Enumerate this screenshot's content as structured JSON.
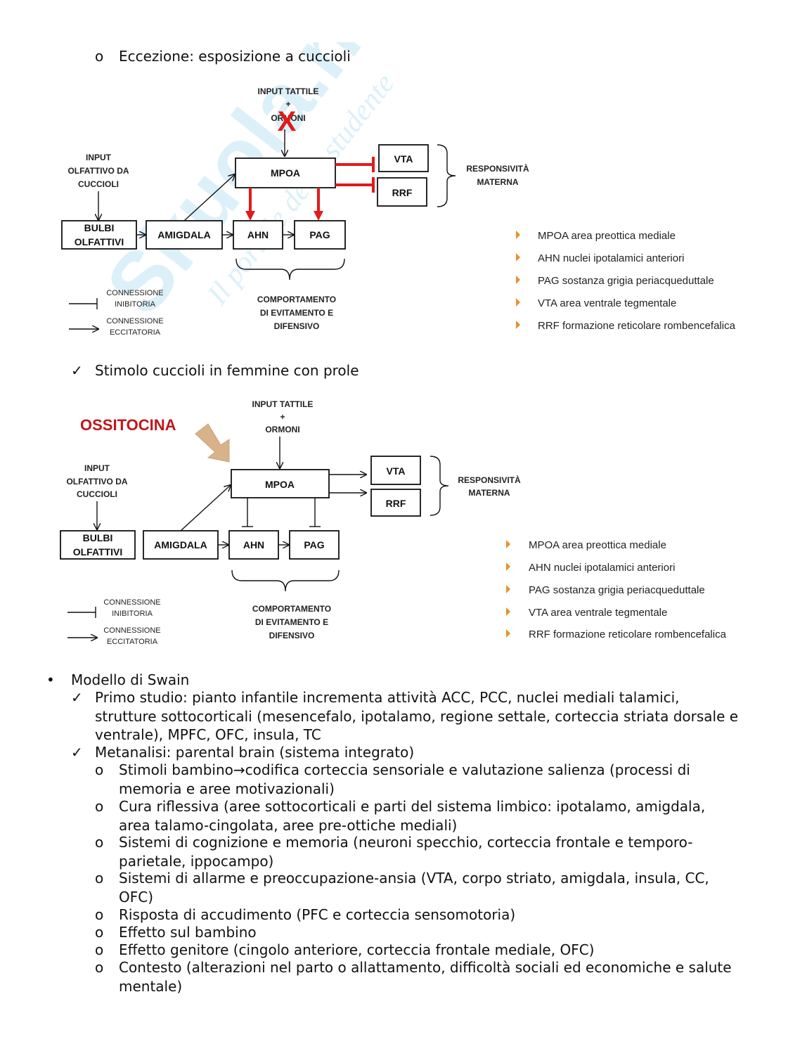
{
  "intro_line": "Eccezione: esposizione a cuccioli",
  "intro_marker": "o",
  "diagram1": {
    "input_top_1": "INPUT TATTILE",
    "input_top_plus": "+",
    "input_top_2": "ORMONI",
    "cross_mark": "X",
    "input_olf": [
      "INPUT",
      "OLFATTIVO DA",
      "CUCCIOLI"
    ],
    "bulbi": [
      "BULBI",
      "OLFATTIVI"
    ],
    "amigdala": "AMIGDALA",
    "mpoa": "MPOA",
    "ahn": "AHN",
    "pag": "PAG",
    "vta": "VTA",
    "rrf": "RRF",
    "responsivita": [
      "RESPONSIVITÀ",
      "MATERNA"
    ],
    "comportamento": [
      "COMPORTAMENTO",
      "DI EVITAMENTO E",
      "DIFENSIVO"
    ],
    "legend_inhib": [
      "CONNESSIONE",
      "INIBITORIA"
    ],
    "legend_excit": [
      "CONNESSIONE",
      "ECCITATORIA"
    ],
    "glossary": [
      "MPOA area preottica mediale",
      "AHN nuclei ipotalamici anteriori",
      "PAG sostanza grigia periacqueduttale",
      "VTA area ventrale tegmentale",
      "RRF formazione reticolare rombencefalica"
    ]
  },
  "check_line_1": "Stimolo cuccioli in femmine con prole",
  "check_marker": "✓",
  "diagram2": {
    "ossitocina": "OSSITOCINA",
    "input_top_1": "INPUT TATTILE",
    "input_top_plus": "+",
    "input_top_2": "ORMONI",
    "input_olf": [
      "INPUT",
      "OLFATTIVO DA",
      "CUCCIOLI"
    ],
    "bulbi": [
      "BULBI",
      "OLFATTIVI"
    ],
    "amigdala": "AMIGDALA",
    "mpoa": "MPOA",
    "ahn": "AHN",
    "pag": "PAG",
    "vta": "VTA",
    "rrf": "RRF",
    "responsivita": [
      "RESPONSIVITÀ",
      "MATERNA"
    ],
    "comportamento": [
      "COMPORTAMENTO",
      "DI EVITAMENTO E",
      "DIFENSIVO"
    ],
    "legend_inhib": [
      "CONNESSIONE",
      "INIBITORIA"
    ],
    "legend_excit": [
      "CONNESSIONE",
      "ECCITATORIA"
    ],
    "glossary": [
      "MPOA area preottica mediale",
      "AHN nuclei ipotalamici anteriori",
      "PAG sostanza grigia periacqueduttale",
      "VTA area ventrale tegmentale",
      "RRF formazione reticolare rombencefalica"
    ]
  },
  "swain": {
    "bullet": "•",
    "title": "Modello di Swain",
    "check": "✓",
    "sub": "o",
    "primo": [
      "Primo studio: pianto infantile incrementa attività ACC, PCC, nuclei mediali talamici,",
      "strutture sottocorticali (mesencefalo, ipotalamo, regione settale, corteccia striata dorsale e",
      "ventrale), MPFC, OFC, insula, TC"
    ],
    "meta": "Metanalisi: parental brain (sistema integrato)",
    "items": [
      [
        "Stimoli bambino→codifica corteccia sensoriale e valutazione salienza (processi di",
        "memoria e aree motivazionali)"
      ],
      [
        "Cura riflessiva (aree sottocorticali e parti del sistema limbico: ipotalamo, amigdala,",
        "area talamo-cingolata, aree pre-ottiche mediali)"
      ],
      [
        "Sistemi di cognizione e memoria (neuroni specchio, corteccia frontale e temporo-",
        "parietale, ippocampo)"
      ],
      [
        "Sistemi di allarme e preoccupazione-ansia (VTA, corpo striato, amigdala, insula, CC,",
        "OFC)"
      ],
      [
        "Risposta di accudimento (PFC e corteccia sensomotoria)"
      ],
      [
        "Effetto sul bambino"
      ],
      [
        "Effetto genitore (cingolo anteriore, corteccia frontale mediale, OFC)"
      ],
      [
        "Contesto (alterazioni nel parto o allattamento, difficoltà sociali ed economiche e salute",
        "mentale)"
      ]
    ]
  },
  "watermark": {
    "brand": "Skuola.net",
    "tagline": "Il portale dello studente"
  },
  "colors": {
    "red": "#e01b1b",
    "arrow_tan": "#d8b38a",
    "glossary_marker": "#e9902a",
    "watermark": "#2aa4dc"
  }
}
